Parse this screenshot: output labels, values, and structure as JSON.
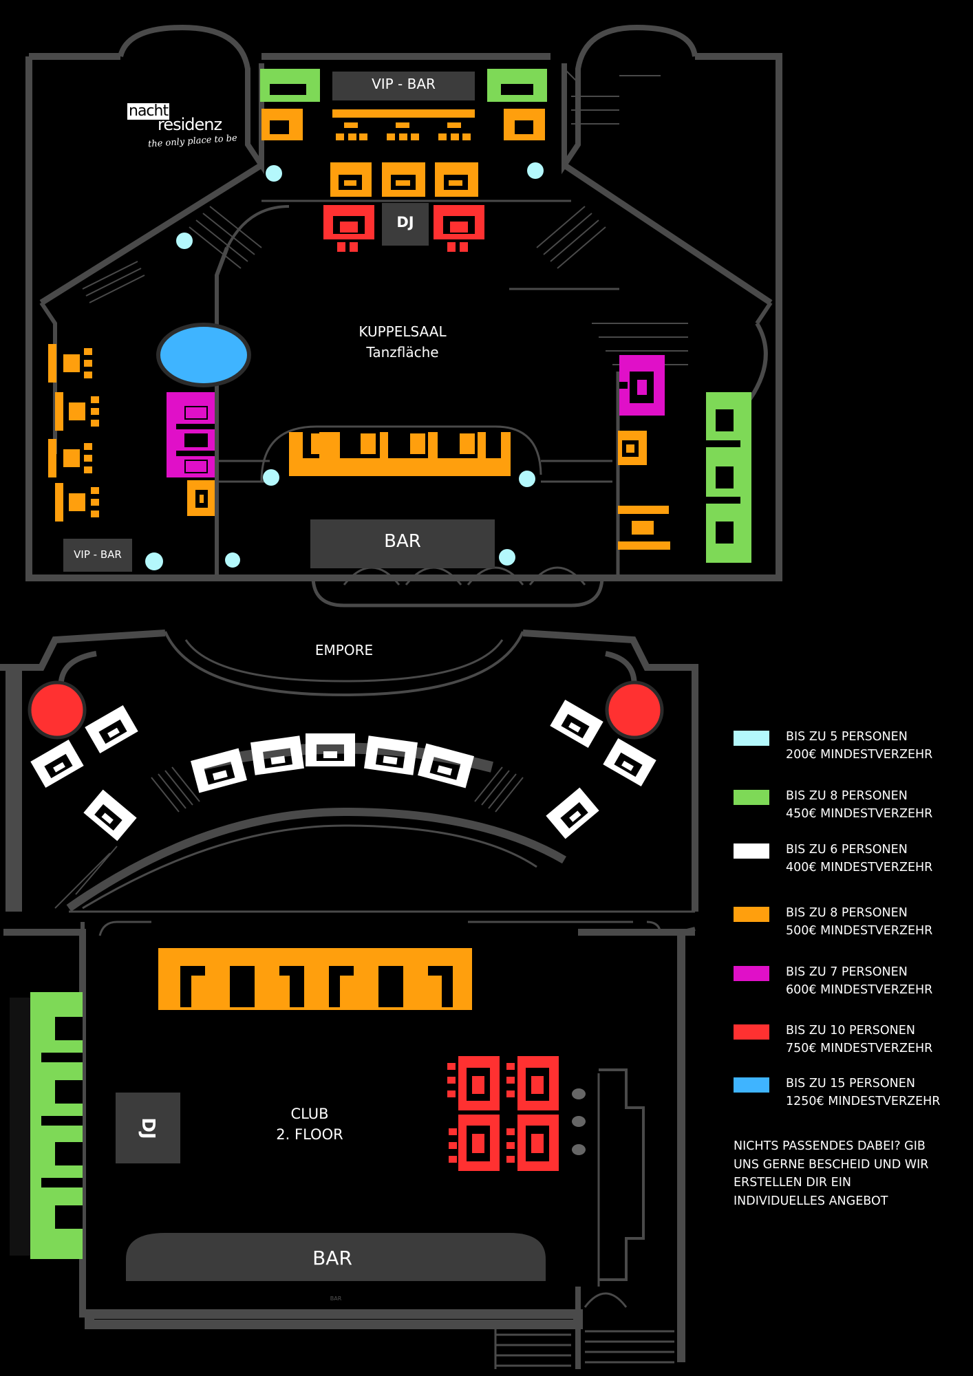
{
  "labels": {
    "vip_bar_top": "VIP - BAR",
    "vip_bar_left": "VIP - BAR",
    "dj_top": "DJ",
    "kuppelsaal_line1": "KUPPELSAAL",
    "kuppelsaal_line2": "Tanzfläche",
    "bar_main": "BAR",
    "empore": "EMPORE",
    "club_line1": "CLUB",
    "club_line2": "2. FLOOR",
    "dj_club": "DJ",
    "bar_club": "BAR",
    "bar_club_small": "BAR"
  },
  "logo": {
    "line1": "nacht",
    "line2": "residenz",
    "tagline": "the only place to be"
  },
  "colors": {
    "background": "#000000",
    "walls": "#4a4a4a",
    "bar_block": "#3c3c3c",
    "cyan": "#b4f8fc",
    "green": "#7ed957",
    "white": "#ffffff",
    "orange": "#ff9f0d",
    "magenta": "#e010c8",
    "red": "#ff3131",
    "blue": "#3fb4ff"
  },
  "legend": [
    {
      "color": "#b4f8fc",
      "line1": "BIS ZU 5 PERSONEN",
      "line2": "200€ MINDESTVERZEHR"
    },
    {
      "color": "#7ed957",
      "line1": "BIS ZU 8 PERSONEN",
      "line2": "450€ MINDESTVERZEHR"
    },
    {
      "color": "#ffffff",
      "line1": "BIS ZU 6 PERSONEN",
      "line2": "400€ MINDESTVERZEHR"
    },
    {
      "color": "#ff9f0d",
      "line1": "BIS ZU 8 PERSONEN",
      "line2": "500€ MINDESTVERZEHR"
    },
    {
      "color": "#e010c8",
      "line1": "BIS ZU 7 PERSONEN",
      "line2": "600€ MINDESTVERZEHR"
    },
    {
      "color": "#ff3131",
      "line1": "BIS ZU 10 PERSONEN",
      "line2": "750€ MINDESTVERZEHR"
    },
    {
      "color": "#3fb4ff",
      "line1": "BIS ZU 15 PERSONEN",
      "line2": "1250€ MINDESTVERZEHR"
    }
  ],
  "note": {
    "line1": "NICHTS PASSENDES DABEI? GIB",
    "line2": "UNS GERNE BESCHEID UND WIR",
    "line3": "ERSTELLEN DIR EIN",
    "line4": "INDIVIDUELLES ANGEBOT"
  }
}
